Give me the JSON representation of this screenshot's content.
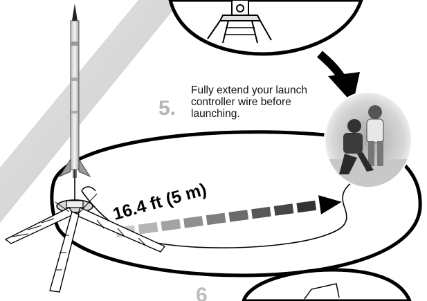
{
  "step": {
    "number": "5.",
    "instruction_lines": [
      "Fully extend your launch",
      "controller wire before",
      "launching."
    ]
  },
  "distance_label": "16.4 ft (5 m)",
  "next_step_number": "6",
  "colors": {
    "beam": "#d0d0d0",
    "ink": "#000000",
    "step_number": "#b5b5b5",
    "arrow_dark": "#333333",
    "arrow_light": "#bfbfbf"
  },
  "icons": [
    "rocket-icon",
    "launch-pad-icon",
    "curved-arrow-icon",
    "distance-arrow-icon",
    "kids-photo-icon"
  ]
}
